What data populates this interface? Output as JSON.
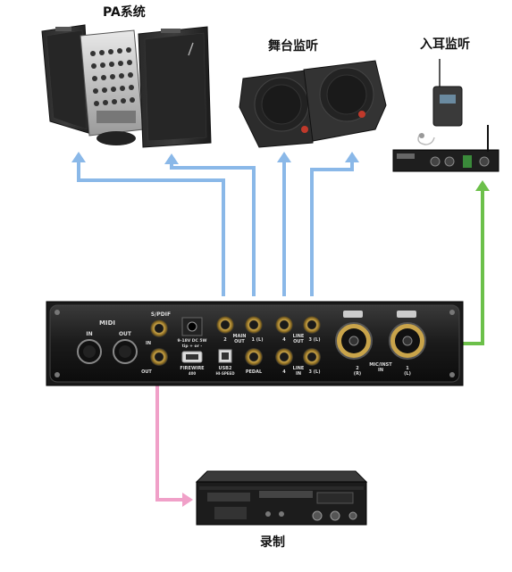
{
  "labels": {
    "pa_system": "PA系统",
    "stage_monitor": "舞台监听",
    "in_ear_monitor": "入耳监听",
    "recording": "录制"
  },
  "interface_panel": {
    "midi": "MIDI",
    "midi_in": "IN",
    "midi_out": "OUT",
    "spdif": "S/PDIF",
    "spdif_in": "IN",
    "spdif_out": "OUT",
    "power": "9-18V DC 5W",
    "power_polarity": "tip + or -",
    "firewire": "FIREWIRE",
    "firewire_sub": "400",
    "usb": "USB2",
    "usb_sub": "HI-SPEED",
    "main_out": "MAIN",
    "main_out_sub": "OUT",
    "main_2": "2",
    "main_1": "1 (L)",
    "pedal": "PEDAL",
    "line_out": "LINE",
    "line_out_sub": "OUT",
    "line_out_4": "4",
    "line_out_3": "3 (L)",
    "line_in": "LINE",
    "line_in_sub": "IN",
    "line_in_4": "4",
    "line_in_3": "3 (L)",
    "mic_inst": "MIC/INST",
    "mic_in": "IN",
    "mic_2": "2",
    "mic_2_sub": "(R)",
    "mic_1": "1",
    "mic_1_sub": "(L)"
  },
  "colors": {
    "blue_line": "#8ab8e8",
    "green_line": "#6cc04a",
    "pink_line": "#f0a0c8"
  }
}
